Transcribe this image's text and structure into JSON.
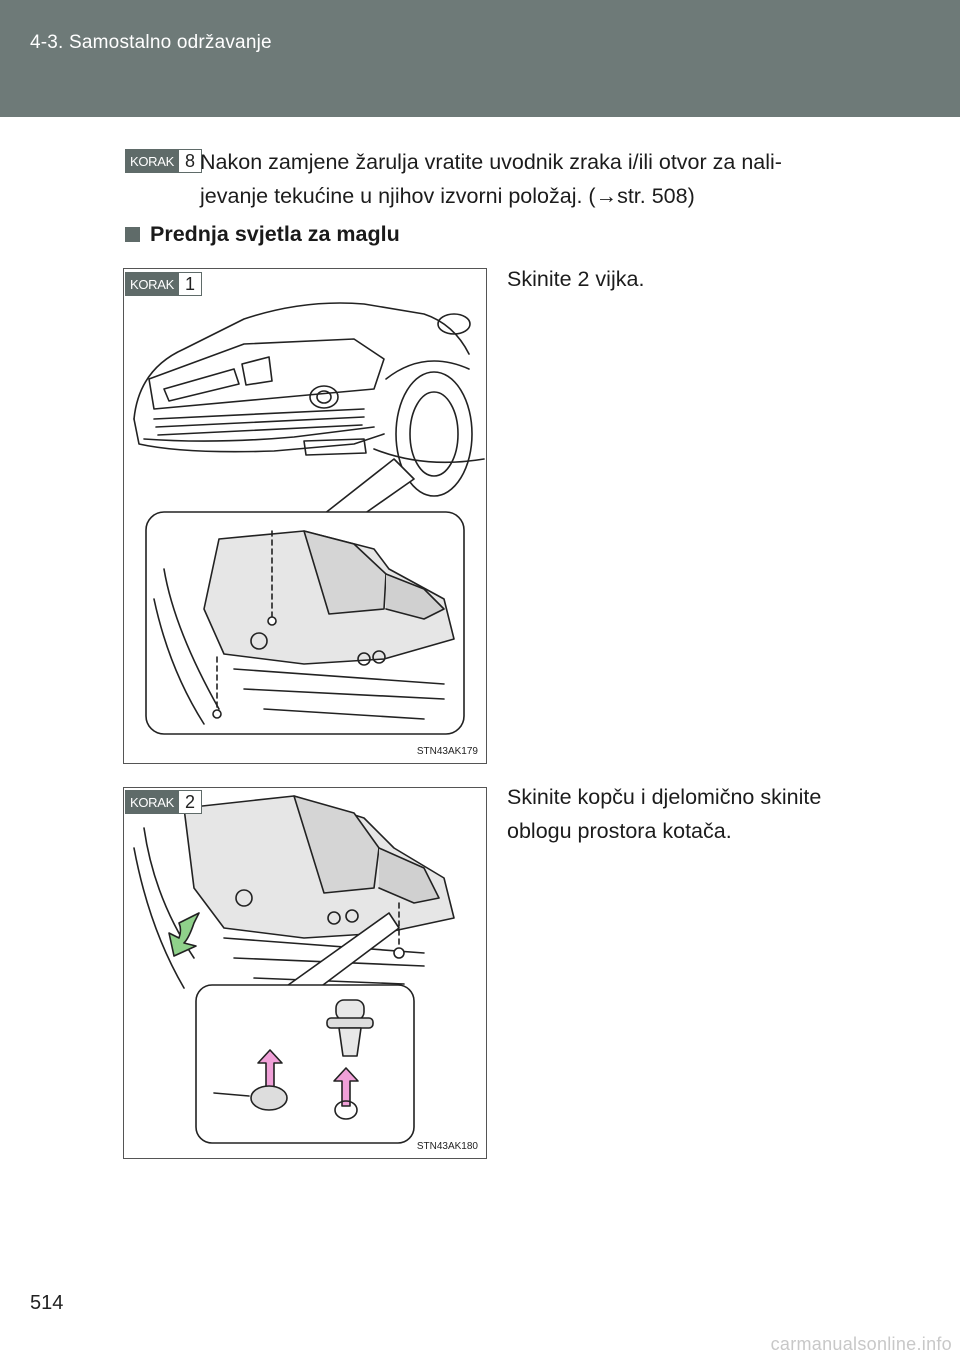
{
  "header": {
    "section": "4-3. Samostalno održavanje"
  },
  "step8": {
    "badge_word": "KORAK",
    "badge_num": "8",
    "line1": "Nakon zamjene žarulja vratite uvodnik zraka i/ili otvor za nali-",
    "line2": "jevanje tekućine u njihov izvorni položaj. (→str. 508)"
  },
  "section_heading": "Prednja svjetla za maglu",
  "step1": {
    "badge_word": "KORAK",
    "badge_num": "1",
    "text": "Skinite 2 vijka.",
    "figure_code": "STN43AK179"
  },
  "step2": {
    "badge_word": "KORAK",
    "badge_num": "2",
    "line1": "Skinite kopču i djelomično skinite",
    "line2": "oblogu prostora kotača.",
    "figure_code": "STN43AK180"
  },
  "page_number": "514",
  "watermark": "carmanualsonline.info"
}
